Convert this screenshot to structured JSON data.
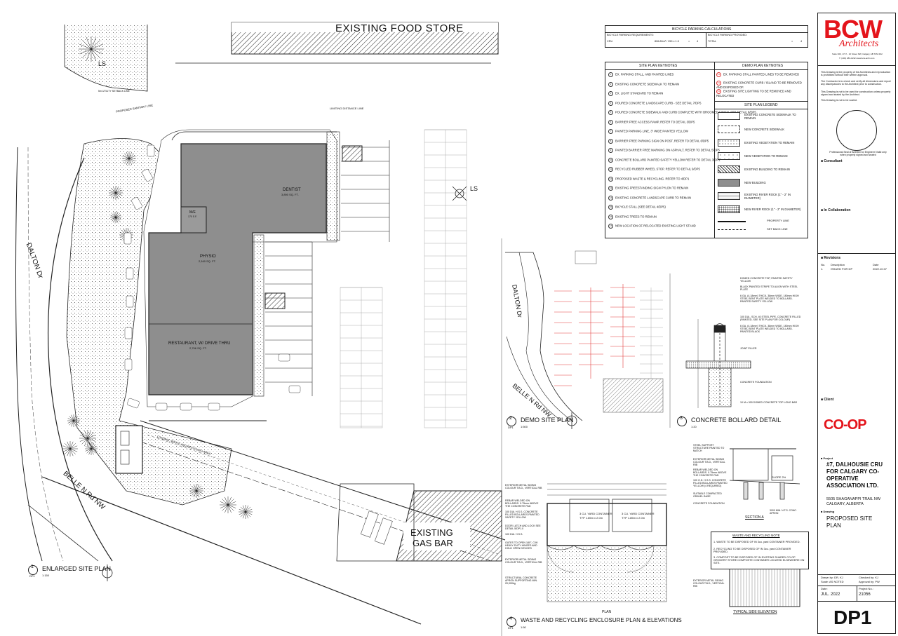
{
  "colors": {
    "brand_red": "#e4141b",
    "building_gray": "#8e8e8e",
    "demo_red": "#e23a3a",
    "line": "#222222"
  },
  "labels": {
    "existing_food_store": "EXISTING FOOD STORE",
    "existing_gas_bar_1": "EXISTING",
    "existing_gas_bar_2": "GAS BAR",
    "dalton_dr": "DALTON Dr",
    "belle_rd": "BELLE N Rd NW",
    "ls": "LS",
    "dentist": "DENTIST",
    "dentist_area": "3,890 SQ. FT.",
    "physio": "PHYSIO",
    "physio_area": "2,160 SQ. FT.",
    "restaurant": "RESTAURANT, W/ DRIVE THRU",
    "restaurant_area": "2,796 SQ. FT.",
    "me": "M/E",
    "me_area": "170 S.F.",
    "loading": "LOADING, WASTE AND RECYCLING AREA",
    "limiting_distance": "LIMITING DISTANCE LINE",
    "proposed_sanitary": "PROPOSED SANITARY LINE",
    "utility_setback": "5m UTILITY SETBACK LINE"
  },
  "drawings": [
    {
      "num": "1",
      "sheet": "DP1",
      "title": "ENLARGED SITE PLAN",
      "scale": "1:150"
    },
    {
      "num": "2",
      "sheet": "DP1",
      "title": "DEMO SITE PLAN",
      "scale": "1:500"
    },
    {
      "num": "3",
      "sheet": "DP1",
      "title": "CONCRETE BOLLARD DETAIL",
      "scale": "1:20"
    },
    {
      "num": "4",
      "sheet": "DP1",
      "title": "WASTE AND RECYCLING ENCLOSURE PLAN & ELEVATIONS",
      "scale": "1:50"
    }
  ],
  "bike_calc": {
    "title": "BICYCLE PARKING CALCULATIONS",
    "req_label": "BICYCLE PARKING REQUIREMENTS:",
    "prov_label": "BICYCLE PARKING PROVIDED:",
    "cru": "CRU",
    "formula": "806.80m² / 250 x 1.0",
    "eq": "=",
    "req_val": "4",
    "total": "TOTAL",
    "prov_val": "4"
  },
  "site_keynotes": {
    "title": "SITE PLAN KEYNOTES",
    "items": [
      "EX. PARKING STALL, AND PAINTED LINES",
      "EXISTING CONCRETE SIDEWALK TO REMAIN",
      "EX. LIGHT STANDARD TO REMAIN",
      "POURED CONCRETE LANDSCAPE CURB - SEE DETAIL 7/DP5",
      "POURED CONCRETE SIDEWALK AND CURB COMPLETE WITH BROOMED FINISH. SEE DETAIL 8/DP5",
      "BARRIER FREE ACCESS RAMP, REFER TO DETAIL 3/DP5",
      "PAINTED PARKING LINE, 3\" WIDE PAINTED YELLOW",
      "BARRIER FREE PARKING SIGN ON POST, REFER TO DETAIL 6/DP5",
      "PAINTED BARRIER FREE MARKING ON ASPHALT, REFER TO DETAIL 5/DP5",
      "CONCRETE BOLLARD PAINTED SAFETY YELLOW REFER TO DETAIL 3/DP1",
      "RECYCLED RUBBER WHEEL STOP, REFER TO DETAIL 9/DP5",
      "PROPOSED WASTE & RECYCLING. REFER TO 4/DP1",
      "EXISTING FREESTANDING SIGN PYLON TO REMAIN",
      "EXISTING CONCRETE LANDSCAPE CURB TO REMAIN",
      "BICYCLE STALL (SEE DETAIL 4/DP5)",
      "EXISTING TREES TO REMAIN",
      "NEW LOCATION OF RELOCATED EXISTING LIGHT STAND"
    ]
  },
  "demo_keynotes": {
    "title": "DEMO PLAN KEYNOTES",
    "items": [
      {
        "n": "D1",
        "text": "EX. PARKING STALL PAINTED LINES TO BE REMOVED"
      },
      {
        "n": "D2",
        "text": "EXISTING CONCRETE CURB / ISLAND TO BE REMOVED AND DISPOSED OF."
      },
      {
        "n": "D3",
        "text": "EXISTING SITE LIGHTING TO BE REMOVED AND RELOCATED"
      }
    ]
  },
  "legend": {
    "title": "SITE PLAN LEGEND",
    "items": [
      "EXISTING CONCRETE SIDEWALK TO REMAIN",
      "NEW CONCRETE SIDEWALK",
      "EXISTING VEGETATION TO REMAIN",
      "NEW VEGETATION TO REMAIN",
      "EXISTING BUILDING TO REMAIN",
      "NEW BUILDING",
      "EXISTING RIVER ROCK (1\" - 2\" IN DIAMETER)",
      "NEW RIVER ROCK (1\" - 2\" IN DIAMETER)"
    ],
    "property_line": "PROPERTY LINE",
    "set_back": "SET BACK LINE"
  },
  "bollard_notes": [
    "DOMED CONCRETE TOP, PAINTED SAFETY YELLOW",
    "BLACK PAINTED STRIPE TO ALIGN WITH STEEL PLATE",
    "6 GA. (4.18mm) THICK, 38mm WIDE, 180mm HIGH STEEL BENT PLATE WELDED TO BOLLARD. PAINTED SAFETY YELLOW",
    "100 DIA., SCH. 40 STEEL PIPE, CONCRETE FILLED (PAINTED, SEE SITE PLAN FOR COLOUR)",
    "6 GA. (4.18mm) THICK, 38mm WIDE, 180mm HIGH STEEL BENT PLATE WELDED TO BOLLARD. PAINTED BLACK",
    "JOINT FILLER",
    "CONCRETE FOUNDATION",
    "10 M x 300 DOMED CONCRETE TOP LONG BAR"
  ],
  "enclosure": {
    "left_notes": [
      "EXTERIOR METAL SIDING COLOUR T.B.D., VERTICAL RIB",
      "REBAR WELDED ON BOLLARDS. 0.75mm ABOVE THE CONCRETE PAD",
      "100 DIA. H.S.S. CONCRETE FILLED BOLLARDS PAINTED SAFETY YELLOW",
      "DOOR LATCH AND LOCK SEE DETAIL 5/DP1.0",
      "100 DIA. H.S.S.",
      "GATES TO OPEN 180°, C/W HEAVY DUTY HINGES AND HOLD OPEN DEVICES",
      "EXTERIOR METAL SIDING COLOUR T.B.D., VERTICAL RIB",
      "STRUCTURAL CONCRETE APRON SUPPORTING MIN. 20,000kg"
    ],
    "container1": "3 CU. YARD CONTAINER",
    "container1_dim": "TYP 1.85m x 2.0m",
    "container2": "3 CU. YARD CONTAINER",
    "container2_dim": "TYP 1.85m x 2.0m",
    "plan_label": "PLAN",
    "section_label": "SECTION A",
    "side_label": "TYPICAL SIDE ELEVATION",
    "section_notes": [
      "STEEL SUPPORT STRUCTURE PAINTED TO MATCH",
      "EXTERIOR METAL SIDING COLOUR T.B.D., VERTICAL RIB",
      "REBAR WELDED ON BOLLARDS. 0.75mm ABOVE THE CONCRETE PAD",
      "100 O.D. H.S.S. CONCRETE FILLED BOLLARDS PAINTED YELLOW (4 REQUIRED)",
      "SUITABLE COMPACTED GRAVEL BASE",
      "CONCRETE FOUNDATION"
    ],
    "slope": "SLOPE 2%",
    "apron": "3000 MIN. N.T.S. CONC. APRON",
    "side_notes": [
      "EXTERIOR METAL SIDING COLOUR T.B.D., VERTICAL RIB"
    ],
    "waste_title": "WASTE AND RECYCLING NOTE",
    "waste_notes": [
      "1. WASTE TO BE DISPOSED OF IN 3cu. yard CONTAINER PROVIDED.",
      "2. RECYCLING TO BE DISPOSED OF IN 3cu. yard CONTAINER PROVIDED.",
      "3. COMPOST TO BE DISPOSED OF IN EXISTING SHARED CO-OP GROCERY STORE COMPOSTE CONTAINER LOCATED ELSEWHERE ON SITE."
    ]
  },
  "title_block": {
    "logo_main": "BCW",
    "logo_script": "Architects",
    "address": "Suite 300, 1717 - 10 Street NW, Calgary, AB T2M 4S2",
    "contact": "T: (403) 283-1292    www.bcw-arch.com",
    "notes": [
      "This Drawing is the property of the Architects and reproduction is prohibited without their written approval.",
      "The Contractor is to check and verify all dimensions and report any discrepancies to the Architect prior to construction.",
      "This Drawing is not to be used for construction unless properly signed and sealed by the Architect.",
      "This Drawing is not to be scaled."
    ],
    "seal": "Professional Seal of Architect or Engineer/ Valid only when properly signed and sealed",
    "consultant": "Consultant",
    "collaboration": "In Collaboration",
    "revisions": "Revisions",
    "rev_headers": [
      "No.",
      "Description",
      "Date"
    ],
    "rev_rows": [
      [
        "1.",
        "ISSUED FOR DP",
        "2022.10.07"
      ]
    ],
    "client": "Client",
    "client_logo": "CO-OP",
    "project_label": "Project",
    "project": "#7, DALHOUSIE CRU FOR CALGARY CO-OPERATIVE ASSOCIATION LTD.",
    "project_addr1": "5505 SHAGANAPPI TRAIL NW",
    "project_addr2": "CALGARY, ALBERTA",
    "drawing_label": "Drawing",
    "drawing": "PROPOSED SITE PLAN",
    "drawn_by": "Drawn by: DR, KJ",
    "checked_by": "Checked by: KJ",
    "scale": "Scale:    AS NOTED",
    "approval": "Approval by: PW",
    "date_label": "Date:",
    "date": "JUL. 2022",
    "projno_label": "Project No.:",
    "projno": "21056",
    "sheet": "DP1"
  }
}
